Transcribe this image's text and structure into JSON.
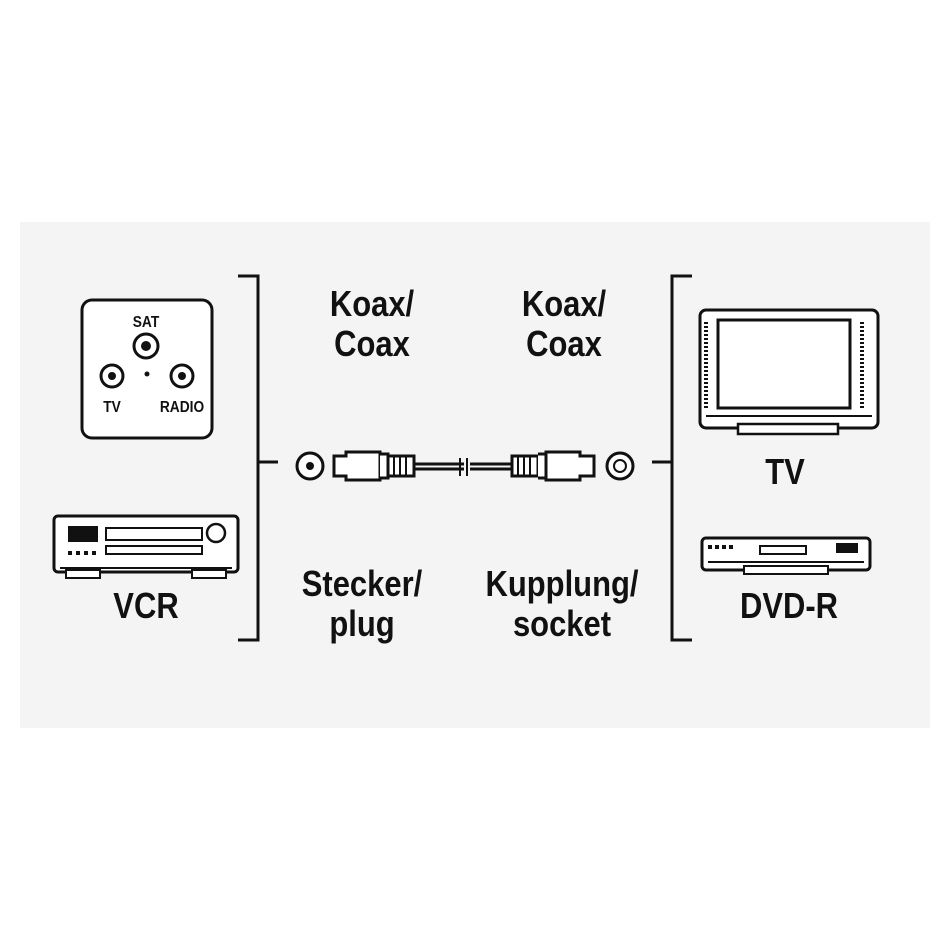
{
  "wall_socket": {
    "sat_label": "SAT",
    "tv_label": "TV",
    "radio_label": "RADIO"
  },
  "devices": {
    "vcr_label": "VCR",
    "tv_label": "TV",
    "dvdr_label": "DVD-R"
  },
  "connectors": {
    "left_top_line1": "Koax/",
    "left_top_line2": "Coax",
    "right_top_line1": "Koax/",
    "right_top_line2": "Coax",
    "left_bottom_line1": "Stecker/",
    "left_bottom_line2": "plug",
    "right_bottom_line1": "Kupplung/",
    "right_bottom_line2": "socket"
  },
  "colors": {
    "ink": "#111111",
    "panel": "#f4f4f4",
    "device_fill": "#ffffff"
  }
}
